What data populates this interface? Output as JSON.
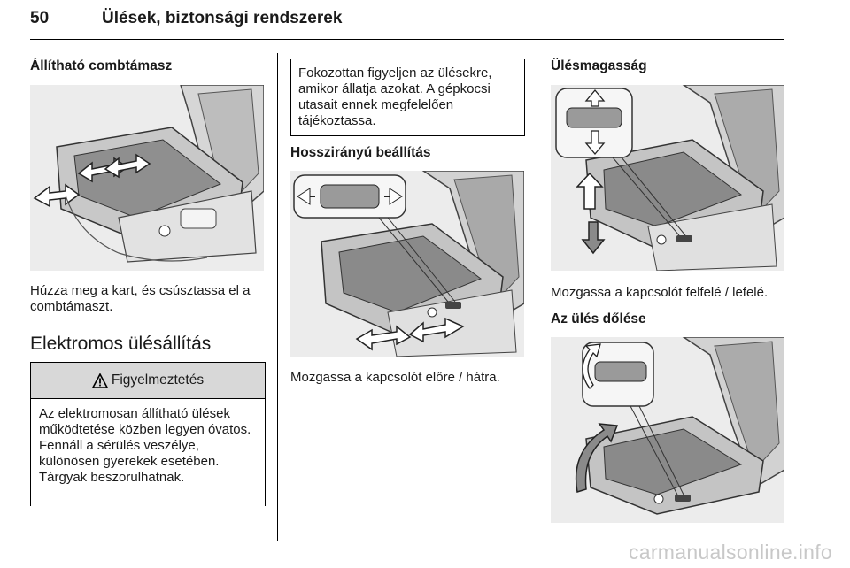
{
  "header": {
    "page_number": "50",
    "title": "Ülések, biztonsági rendszerek"
  },
  "col1": {
    "heading": "Állítható combtámasz",
    "caption": "Húzza meg a kart, és csúsztassa el a combtámaszt.",
    "section_title": "Elektromos ülésállítás",
    "warning": {
      "title": "Figyelmeztetés",
      "text": "Az elektromosan állítható ülések működtetése közben legyen óvatos. Fennáll a sérülés veszélye, különösen gyerekek esetében. Tárgyak beszorulhatnak."
    }
  },
  "col2": {
    "note": "Fokozottan figyeljen az ülésekre, amikor állatja azokat. A gépkocsi utasait ennek megfelelően tájékoztassa.",
    "heading": "Hosszirányú beállítás",
    "caption": "Mozgassa a kapcsolót előre / hátra."
  },
  "col3": {
    "heading": "Ülésmagasság",
    "caption": "Mozgassa a kapcsolót felfelé / lefelé.",
    "heading2": "Az ülés dőlése"
  },
  "watermark": "carmanualsonline.info"
}
